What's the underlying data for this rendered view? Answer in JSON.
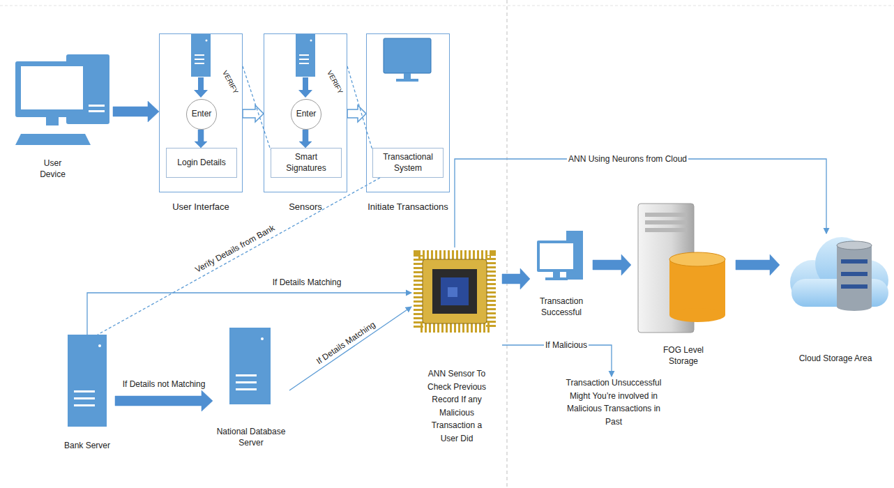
{
  "diagram": {
    "nodes": [
      {
        "text": [
          "User Interface"
        ]
      },
      {
        "text": [
          "Enter"
        ],
        "in": 0
      },
      {
        "text": [
          "Login Details"
        ],
        "in": 0
      },
      {
        "text": [
          "Sensors"
        ]
      },
      {
        "text": [
          "Enter"
        ],
        "in": 3
      },
      {
        "text": [
          "Smart Signatures"
        ],
        "in": 3
      },
      {
        "text": [
          "Initiate Transactions"
        ]
      },
      {
        "text": [
          "Transactional System"
        ],
        "in": 6
      },
      {
        "text": [
          "User Device"
        ]
      },
      {
        "text": [
          "Bank Server"
        ]
      },
      {
        "text": [
          "National Database Server"
        ]
      },
      {
        "text": [
          "ANN Sensor To Check Previous Record If any Malicious Transaction a User Did"
        ]
      },
      {
        "text": [
          "Transaction Successful"
        ]
      },
      {
        "text": [
          "FOG Level Storage"
        ]
      },
      {
        "text": [
          "Cloud Storage Area"
        ]
      },
      {
        "text": [
          "Transaction Unsuccessful Might You’re involved in Malicious Transactions in Past"
        ]
      }
    ],
    "edges": [
      {
        "from": 8,
        "to": 0,
        "arrow": "to"
      },
      {
        "from": 0,
        "to": 3,
        "arrow": "to"
      },
      {
        "from": 3,
        "to": 6,
        "arrow": "to"
      },
      {
        "from": 1,
        "to": 2,
        "arrow": "to"
      },
      {
        "from": 4,
        "to": 5,
        "arrow": "to"
      },
      {
        "from": 0,
        "to": 5,
        "label": "VERIFY",
        "arrow": "none"
      },
      {
        "from": 3,
        "to": 7,
        "label": "VERIFY",
        "arrow": "none"
      },
      {
        "from": 7,
        "to": 9,
        "label": "Verify Details from Bank",
        "arrow": "none"
      },
      {
        "from": 9,
        "to": 11,
        "label": "If Details Matching",
        "arrow": "to"
      },
      {
        "from": 9,
        "to": 10,
        "label": "If Details not Matching",
        "arrow": "to"
      },
      {
        "from": 10,
        "to": 11,
        "label": "If Details Matching",
        "arrow": "to"
      },
      {
        "from": 11,
        "to": 12,
        "arrow": "to"
      },
      {
        "from": 12,
        "to": 13,
        "arrow": "to"
      },
      {
        "from": 13,
        "to": 14,
        "arrow": "to"
      },
      {
        "from": 11,
        "to": 14,
        "label": "ANN Using Neurons from Cloud",
        "arrow": "to"
      },
      {
        "from": 11,
        "to": 15,
        "label": "If Malicious",
        "arrow": "to"
      }
    ]
  }
}
